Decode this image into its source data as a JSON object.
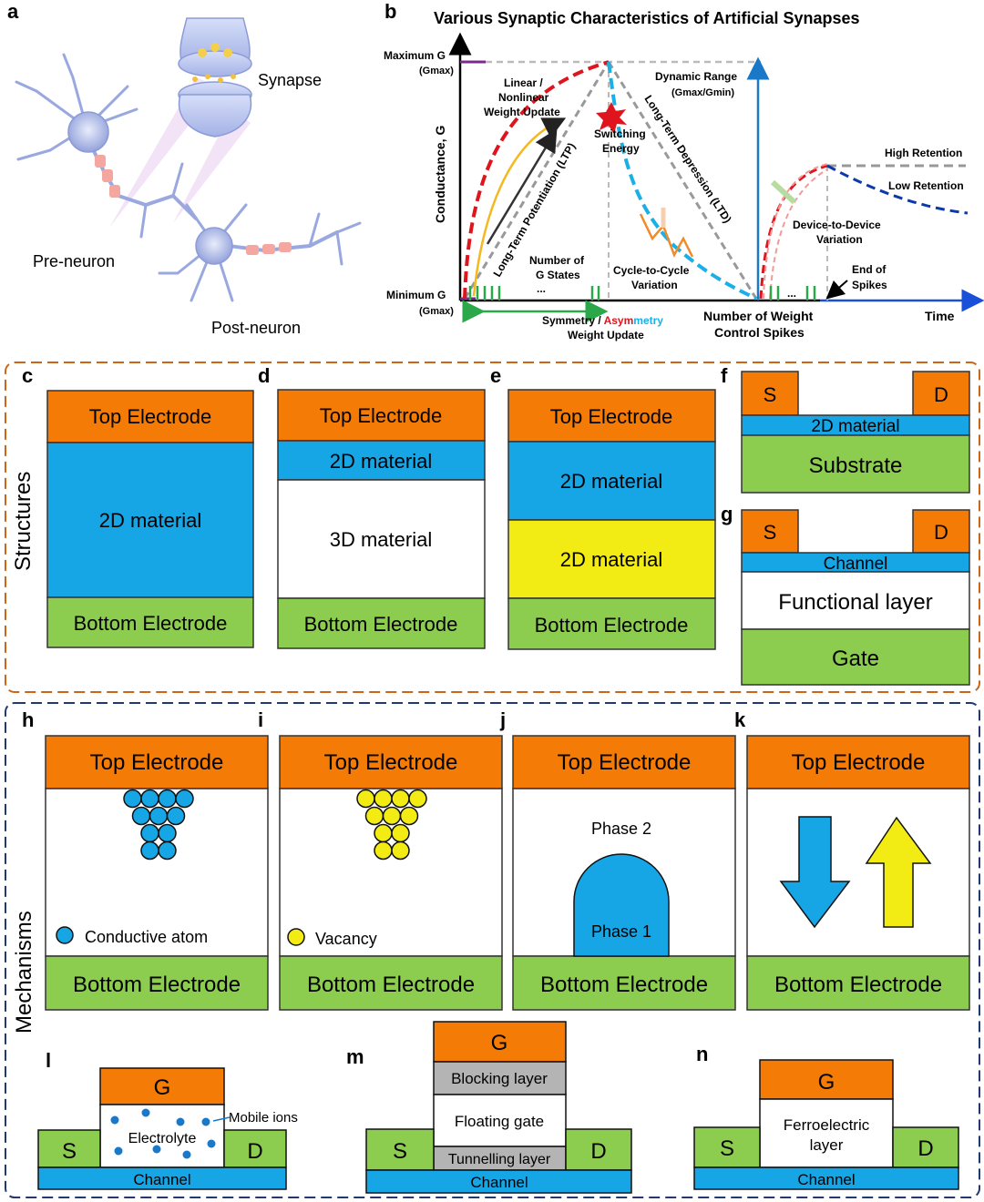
{
  "colors": {
    "orange": "#f47b05",
    "blue": "#16a6e6",
    "green": "#8ccd50",
    "yellow": "#f2ec14",
    "gray": "#b4b4b4",
    "structures_border": "#c8661c",
    "mechanisms_border": "#1e3a6e",
    "ltp_red": "#e0141c",
    "ltd_blue": "#1ab0e6",
    "purple": "#7a2a8c",
    "axis_blue": "#1a4fd8"
  },
  "panel_a": {
    "letter": "a",
    "synapse": "Synapse",
    "pre_neuron": "Pre-neuron",
    "post_neuron": "Post-neuron"
  },
  "panel_b": {
    "letter": "b",
    "title": "Various Synaptic Characteristics of Artificial Synapses",
    "ylabel": "Conductance, G",
    "max_g_1": "Maximum G",
    "max_g_2": "(Gmax)",
    "min_g_1": "Minimum G",
    "min_g_2": "(Gmax)",
    "linear_1": "Linear /",
    "linear_2": "Nonlinear",
    "linear_3": "Weight Update",
    "ltp": "Long-Term Potentiation (LTP)",
    "ltd": "Long-Term Depression (LTD)",
    "switching_1": "Switching",
    "switching_2": "Energy",
    "dynamic_1": "Dynamic Range",
    "dynamic_2": "(Gmax/Gmin)",
    "states_1": "Number of",
    "states_2": "G States",
    "states_3": "...",
    "c2c_1": "Cycle-to-Cycle",
    "c2c_2": "Variation",
    "sym_1a": "Symmetry / ",
    "sym_1b": "Asym",
    "sym_1c": "metry",
    "sym_2": "Weight Update",
    "spikes_1": "Number of Weight",
    "spikes_2": "Control Spikes",
    "high_ret": "High Retention",
    "low_ret": "Low Retention",
    "d2d_1": "Device-to-Device",
    "d2d_2": "Variation",
    "end_1": "End of",
    "end_2": "Spikes",
    "dots": "...",
    "time": "Time"
  },
  "structures": {
    "title": "Structures",
    "c": {
      "letter": "c",
      "top": "Top Electrode",
      "mid": "2D material",
      "bottom": "Bottom Electrode"
    },
    "d": {
      "letter": "d",
      "top": "Top Electrode",
      "mid1": "2D material",
      "mid2": "3D material",
      "bottom": "Bottom Electrode"
    },
    "e": {
      "letter": "e",
      "top": "Top Electrode",
      "mid1": "2D material",
      "mid2": "2D material",
      "bottom": "Bottom Electrode"
    },
    "f": {
      "letter": "f",
      "s": "S",
      "d": "D",
      "layer": "2D material",
      "sub": "Substrate"
    },
    "g": {
      "letter": "g",
      "s": "S",
      "d": "D",
      "channel": "Channel",
      "func": "Functional layer",
      "gate": "Gate"
    }
  },
  "mechanisms": {
    "title": "Mechanisms",
    "h": {
      "letter": "h",
      "top": "Top Electrode",
      "bottom": "Bottom Electrode",
      "legend": "Conductive atom"
    },
    "i": {
      "letter": "i",
      "top": "Top Electrode",
      "bottom": "Bottom Electrode",
      "legend": "Vacancy"
    },
    "j": {
      "letter": "j",
      "top": "Top Electrode",
      "bottom": "Bottom Electrode",
      "phase2": "Phase 2",
      "phase1": "Phase 1"
    },
    "k": {
      "letter": "k",
      "top": "Top Electrode",
      "bottom": "Bottom Electrode"
    },
    "l": {
      "letter": "l",
      "g": "G",
      "electrolyte": "Electrolyte",
      "ions": "Mobile ions",
      "s": "S",
      "d": "D",
      "channel": "Channel"
    },
    "m": {
      "letter": "m",
      "g": "G",
      "blocking": "Blocking layer",
      "floating": "Floating gate",
      "tunnelling": "Tunnelling layer",
      "s": "S",
      "d": "D",
      "channel": "Channel"
    },
    "n": {
      "letter": "n",
      "g": "G",
      "ferro_1": "Ferroelectric",
      "ferro_2": "layer",
      "s": "S",
      "d": "D",
      "channel": "Channel"
    }
  }
}
